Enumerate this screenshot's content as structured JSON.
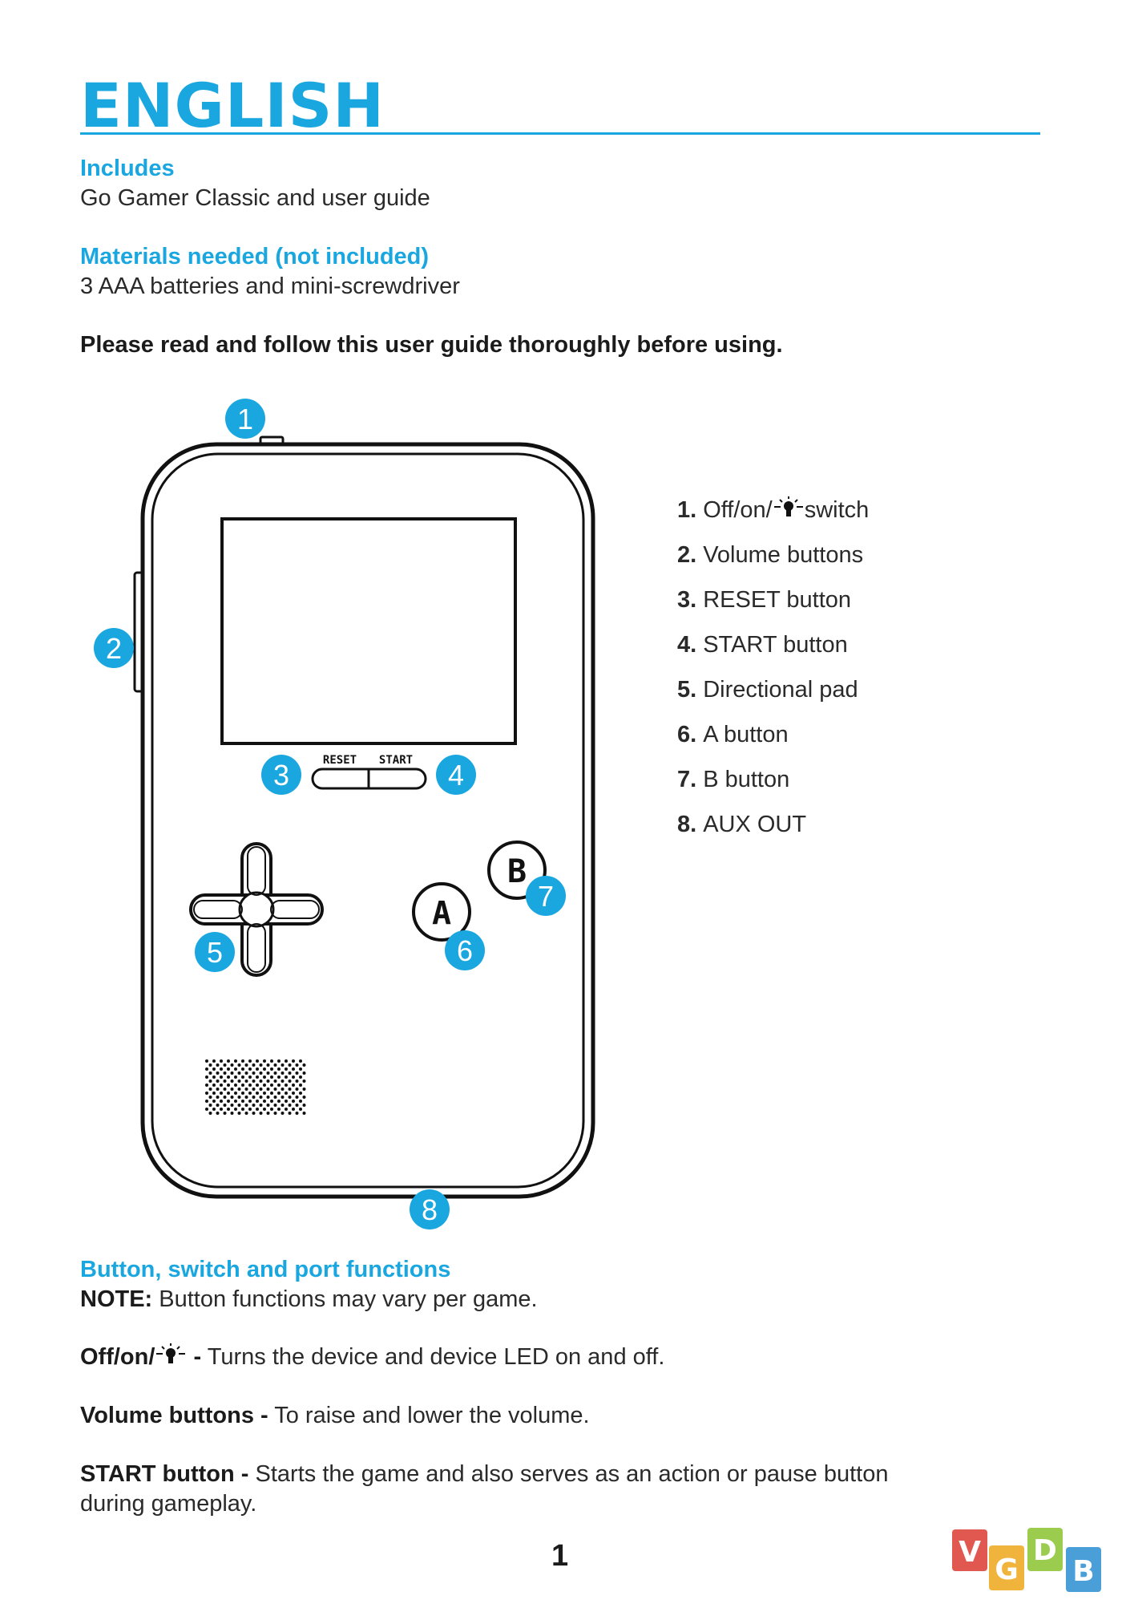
{
  "header": {
    "title": "ENGLISH"
  },
  "includes": {
    "heading": "Includes",
    "text": "Go Gamer Classic and user guide"
  },
  "materials": {
    "heading": "Materials needed (not included)",
    "text": "3 AAA batteries and mini-screwdriver"
  },
  "notice": "Please read and follow this user guide thoroughly before using.",
  "diagram": {
    "screen_labels": {
      "reset": "RESET",
      "start": "START"
    },
    "button_letters": {
      "a": "A",
      "b": "B"
    },
    "callouts": [
      "1",
      "2",
      "3",
      "4",
      "5",
      "6",
      "7",
      "8"
    ],
    "accent_color": "#1aa7e0"
  },
  "legend": [
    {
      "num": "1.",
      "pre": "Off/on/",
      "icon": "light-icon",
      "post": "switch"
    },
    {
      "num": "2.",
      "label": "Volume buttons"
    },
    {
      "num": "3.",
      "label": "RESET button"
    },
    {
      "num": "4.",
      "label": "START button"
    },
    {
      "num": "5.",
      "label": "Directional pad"
    },
    {
      "num": "6.",
      "label": "A button"
    },
    {
      "num": "7.",
      "label": "B button"
    },
    {
      "num": "8.",
      "label": "AUX OUT"
    }
  ],
  "functions": {
    "heading": "Button, switch and port functions",
    "note_label": "NOTE:",
    "note_text": "Button functions may vary per game.",
    "items": [
      {
        "term": "Off/on/",
        "icon": "light-icon",
        "sep": "-",
        "desc": "Turns the device and device LED on and off."
      },
      {
        "term": "Volume buttons",
        "sep": "-",
        "desc": "To raise and lower the volume."
      },
      {
        "term": "START button",
        "sep": "-",
        "desc": "Starts the game and also serves as an action or pause button during gameplay."
      }
    ]
  },
  "page_number": "1",
  "watermark": {
    "letters": [
      "V",
      "G",
      "D",
      "B"
    ],
    "colors": [
      "#e0584f",
      "#f0b43c",
      "#9ccc4e",
      "#4a9fd8"
    ]
  }
}
